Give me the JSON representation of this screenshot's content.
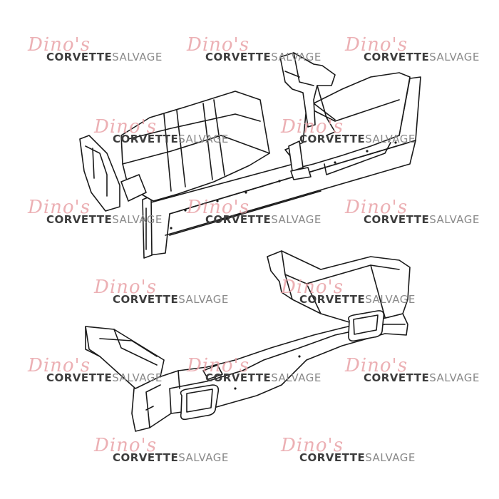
{
  "watermark": {
    "script": "Dino's",
    "bold": "CORVETTE",
    "light": "SALVAGE",
    "colors": {
      "script": "#e9a3a8",
      "bold": "#3d3d3d",
      "light": "#8a8a8a"
    }
  },
  "illustration": {
    "upper": "frame-rear-section-with-fuel-tank",
    "lower": "frame-rear-crossmember-bumper-support"
  }
}
